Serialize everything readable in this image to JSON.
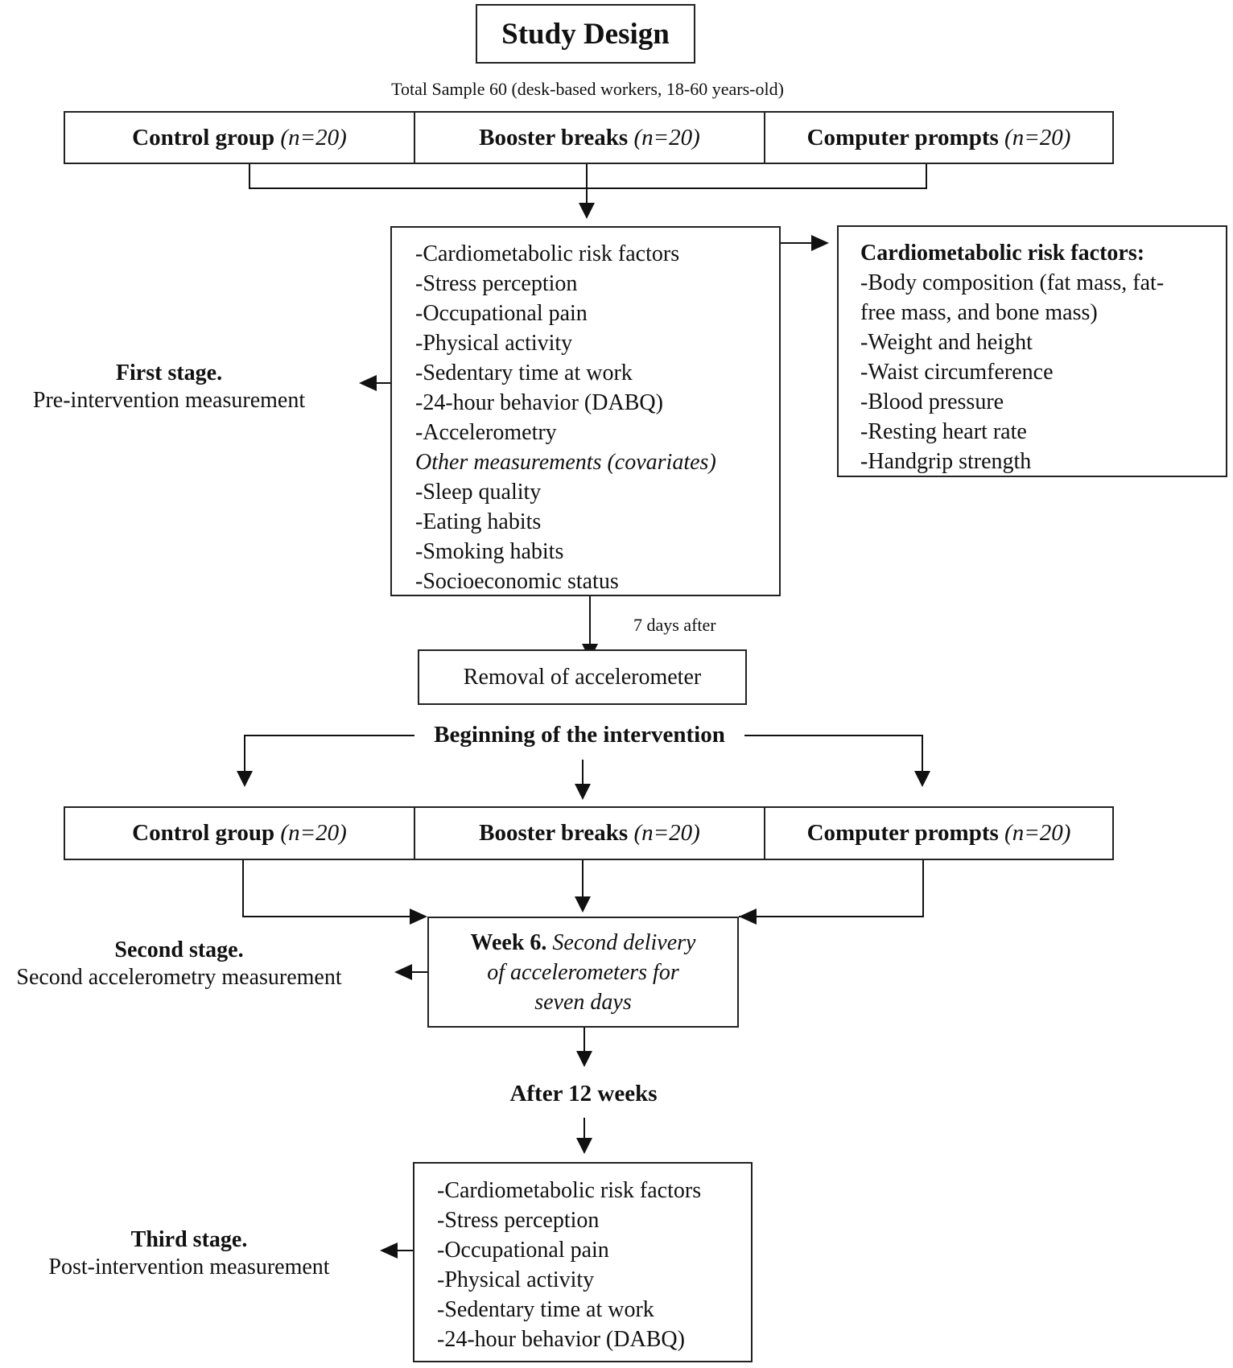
{
  "title": "Study Design",
  "sample": "Total Sample 60 (desk-based workers, 18-60 years-old)",
  "groups": [
    {
      "name": "Control group",
      "n": "(n=20)"
    },
    {
      "name": "Booster breaks",
      "n": "(n=20)"
    },
    {
      "name": "Computer prompts",
      "n": "(n=20)"
    }
  ],
  "first_stage": {
    "title": "First stage.",
    "subtitle": "Pre-intervention measurement",
    "measurements": [
      "-Cardiometabolic risk factors",
      "-Stress perception",
      "-Occupational pain",
      "-Physical activity",
      "-Sedentary time at work",
      "-24-hour behavior (DABQ)",
      "-Accelerometry"
    ],
    "covariates_heading": "Other measurements (covariates)",
    "covariates": [
      "-Sleep quality",
      "-Eating habits",
      "-Smoking habits",
      "-Socioeconomic status"
    ]
  },
  "risk_factors": {
    "heading": "Cardiometabolic risk factors:",
    "items": [
      "-Body composition (fat mass, fat-",
      "free mass, and bone mass)",
      "-Weight and height",
      "-Waist circumference",
      "-Blood pressure",
      "-Resting heart rate",
      "-Handgrip strength"
    ]
  },
  "days_after": "7 days after",
  "removal": "Removal of accelerometer",
  "beginning": "Beginning of the intervention",
  "second_stage": {
    "title": "Second stage.",
    "subtitle": "Second accelerometry measurement",
    "week": "Week 6.",
    "delivery_line1": "Second delivery",
    "delivery_line2": "of accelerometers for",
    "delivery_line3": "seven days"
  },
  "after_weeks": "After 12 weeks",
  "third_stage": {
    "title": "Third stage.",
    "subtitle": "Post-intervention measurement",
    "measurements": [
      "-Cardiometabolic risk factors",
      "-Stress perception",
      "-Occupational pain",
      "-Physical activity",
      "-Sedentary time at work",
      "-24-hour behavior (DABQ)"
    ]
  }
}
